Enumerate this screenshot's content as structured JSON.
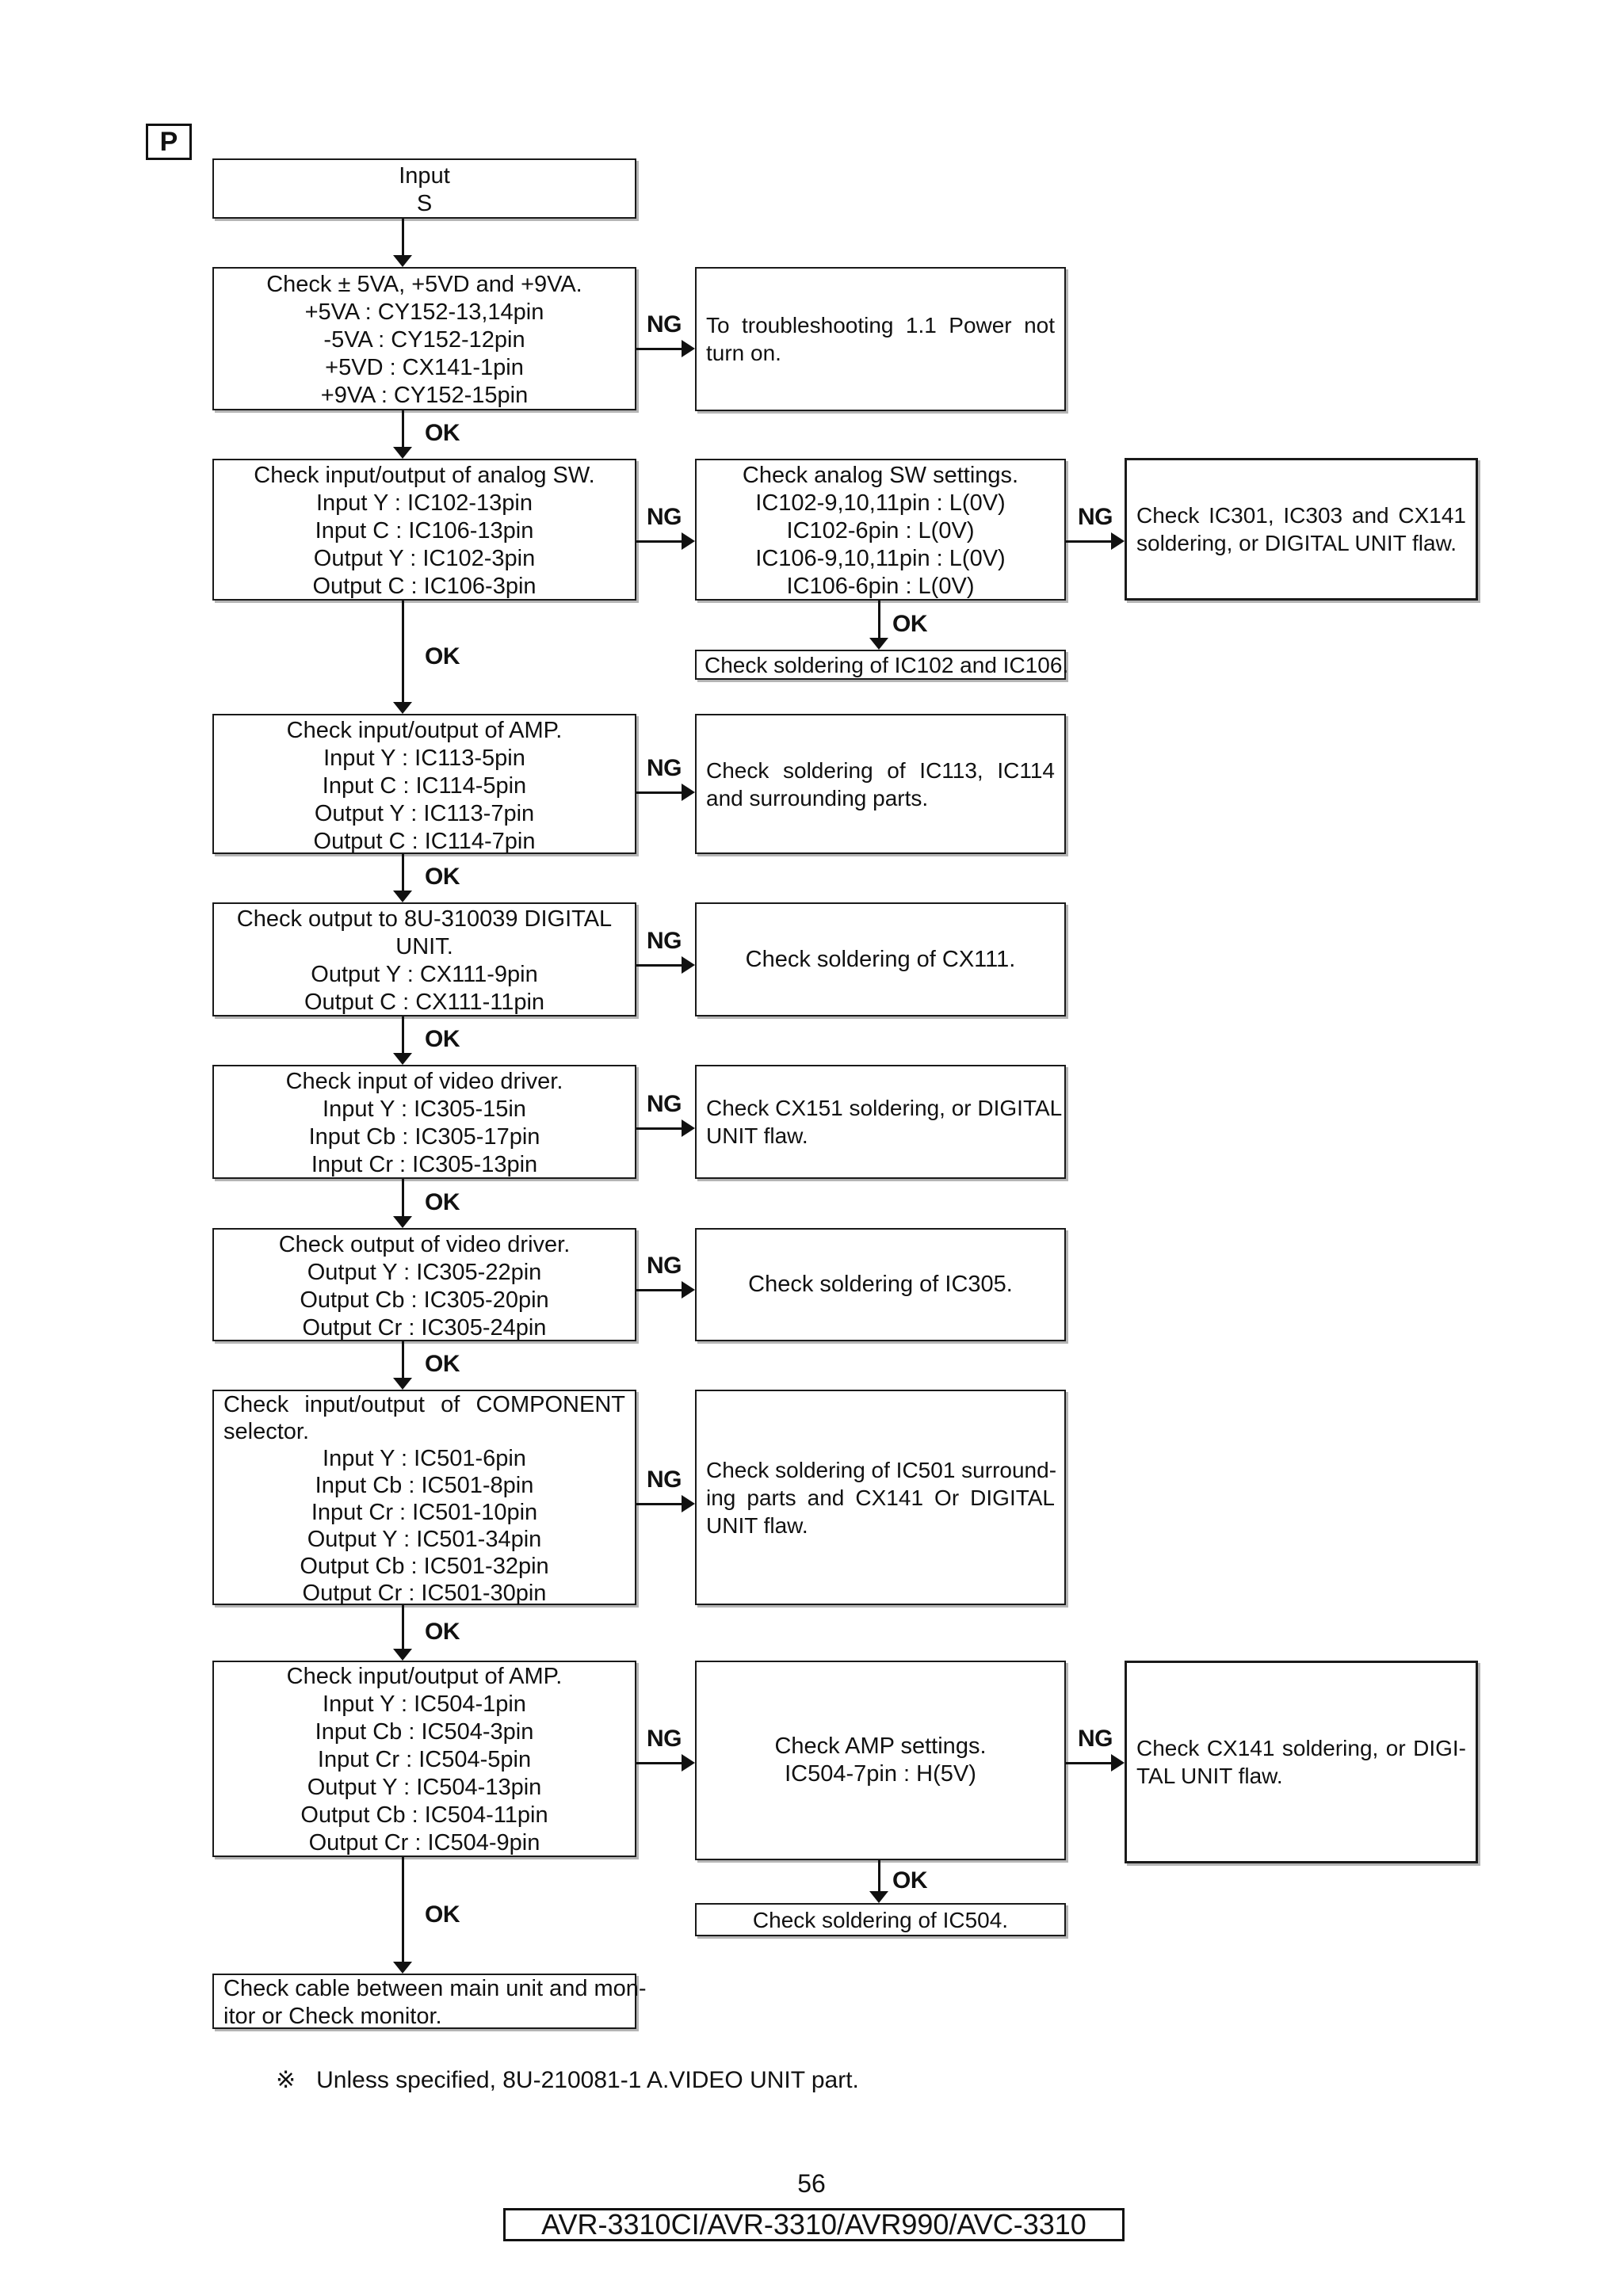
{
  "page": {
    "marker": "P",
    "labels": {
      "ng": "NG",
      "ok": "OK"
    },
    "note": {
      "symbol": "※",
      "text": "Unless specified, 8U-210081-1 A.VIDEO UNIT part."
    },
    "page_number": "56",
    "footer_models": "AVR-3310CI/AVR-3310/AVR990/AVC-3310",
    "ink_color": "#111111"
  },
  "flow": {
    "input": {
      "lines": [
        "Input",
        "S"
      ]
    },
    "power_check": {
      "lines": [
        "Check ± 5VA, +5VD and +9VA.",
        "+5VA : CY152-13,14pin",
        "-5VA : CY152-12pin",
        "+5VD : CX141-1pin",
        "+9VA : CY152-15pin"
      ]
    },
    "power_ng": {
      "lines": [
        "To troubleshooting 1.1 Power not",
        "turn on."
      ]
    },
    "analog_sw_io": {
      "lines": [
        "Check input/output of analog SW.",
        "Input Y : IC102-13pin",
        "Input C : IC106-13pin",
        "Output Y : IC102-3pin",
        "Output C : IC106-3pin"
      ]
    },
    "analog_sw_settings": {
      "lines": [
        "Check analog SW settings.",
        "IC102-9,10,11pin : L(0V)",
        "IC102-6pin : L(0V)",
        "IC106-9,10,11pin : L(0V)",
        "IC106-6pin : L(0V)"
      ]
    },
    "analog_sw_ng": {
      "lines": [
        "Check IC301, IC303 and CX141",
        "soldering, or DIGITAL UNIT flaw."
      ]
    },
    "analog_sw_ok": {
      "lines": [
        "Check soldering of IC102 and IC106."
      ]
    },
    "amp_io_1": {
      "lines": [
        "Check input/output of AMP.",
        "Input Y : IC113-5pin",
        "Input C : IC114-5pin",
        "Output Y : IC113-7pin",
        "Output C : IC114-7pin"
      ]
    },
    "amp_1_ng": {
      "lines": [
        "Check soldering of IC113, IC114",
        "and surrounding parts."
      ]
    },
    "digital_out": {
      "lines": [
        "Check output to 8U-310039 DIGITAL",
        "UNIT.",
        "Output Y : CX111-9pin",
        "Output C : CX111-11pin"
      ]
    },
    "digital_out_ng": {
      "lines": [
        "Check soldering of CX111."
      ]
    },
    "video_in": {
      "lines": [
        "Check input of video driver.",
        "Input Y : IC305-15in",
        "Input Cb : IC305-17pin",
        "Input Cr : IC305-13pin"
      ]
    },
    "video_in_ng": {
      "lines": [
        "Check CX151 soldering, or DIGITAL",
        "UNIT flaw."
      ]
    },
    "video_out": {
      "lines": [
        "Check output of video driver.",
        "Output Y : IC305-22pin",
        "Output Cb : IC305-20pin",
        "Output Cr : IC305-24pin"
      ]
    },
    "video_out_ng": {
      "lines": [
        "Check soldering of IC305."
      ]
    },
    "component_sel": {
      "lines": [
        "Check input/output of COMPONENT",
        "selector.",
        "Input Y : IC501-6pin",
        "Input Cb : IC501-8pin",
        "Input Cr : IC501-10pin",
        "Output Y : IC501-34pin",
        "Output Cb : IC501-32pin",
        "Output Cr : IC501-30pin"
      ]
    },
    "component_ng": {
      "lines": [
        "Check soldering of IC501 surround-",
        "ing parts and CX141 Or DIGITAL",
        "UNIT flaw."
      ]
    },
    "amp_io_2": {
      "lines": [
        "Check input/output of AMP.",
        "Input Y : IC504-1pin",
        "Input Cb : IC504-3pin",
        "Input Cr : IC504-5pin",
        "Output Y : IC504-13pin",
        "Output Cb : IC504-11pin",
        "Output Cr : IC504-9pin"
      ]
    },
    "amp_2_settings": {
      "lines": [
        "Check AMP settings.",
        "IC504-7pin : H(5V)"
      ]
    },
    "amp_2_ng": {
      "lines": [
        "Check CX141 soldering, or DIGI-",
        "TAL UNIT flaw."
      ]
    },
    "amp_2_ok": {
      "lines": [
        "Check soldering of IC504."
      ]
    },
    "final": {
      "lines": [
        "Check cable between main unit and mon-",
        "itor or Check monitor."
      ]
    }
  }
}
